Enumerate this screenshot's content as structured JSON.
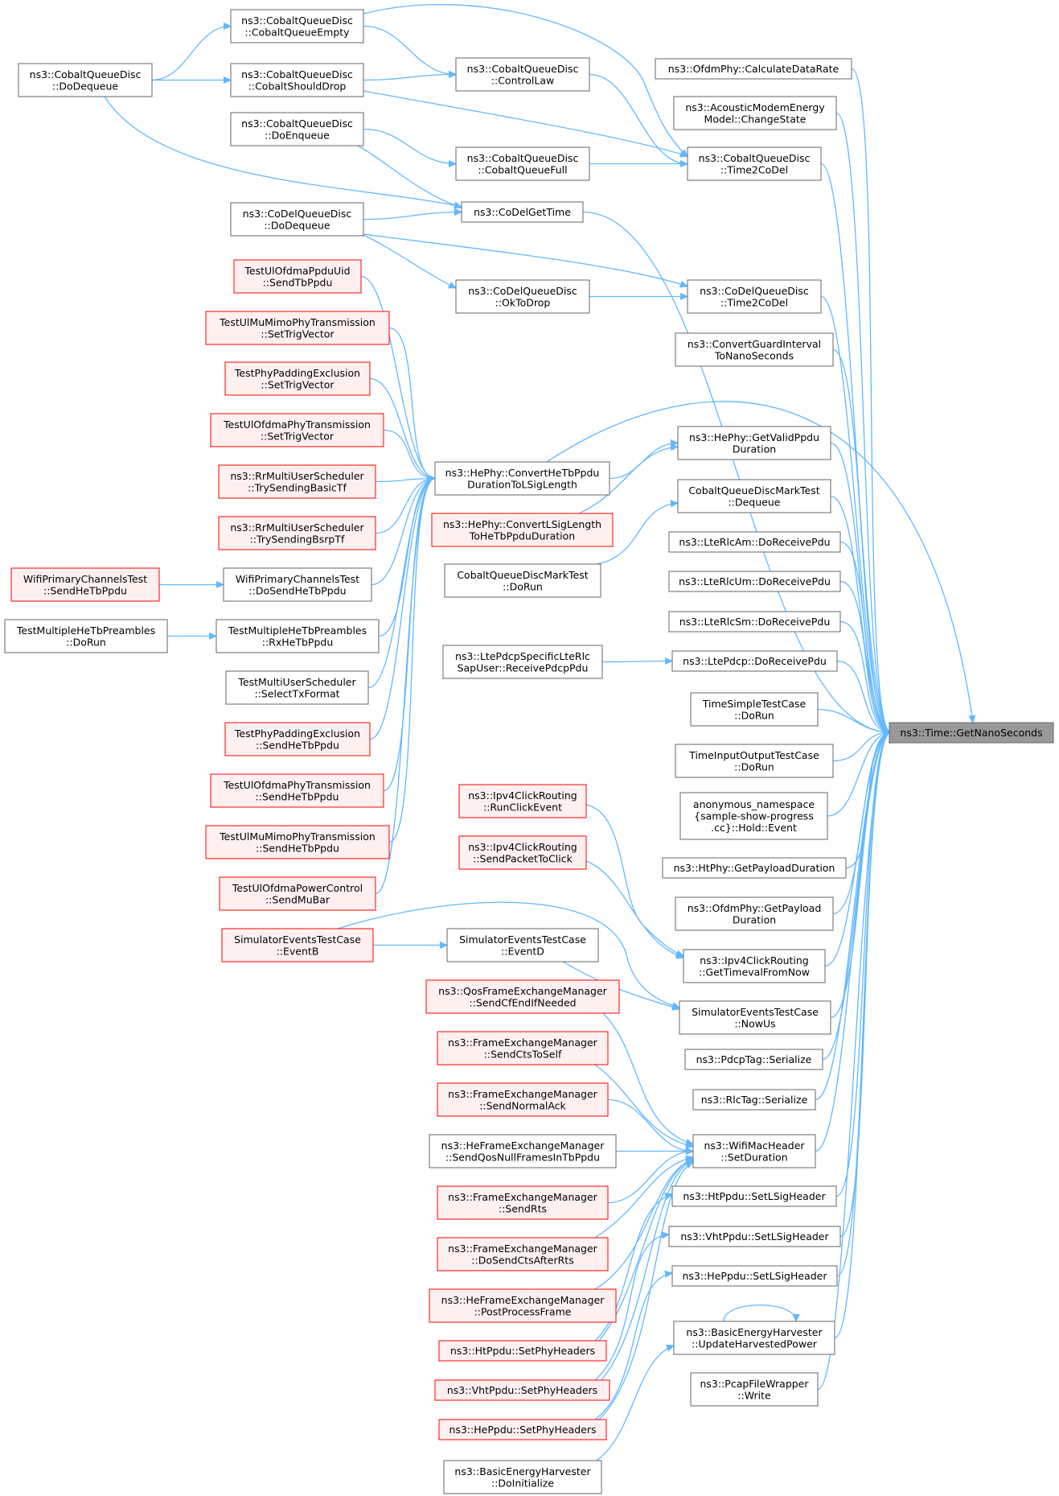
{
  "colors": {
    "normal_fill": "#ffffff",
    "normal_border": "#666666",
    "red_fill": "#fff0f0",
    "red_border": "#ff0000",
    "focus_fill": "#999999",
    "focus_border": "#666666",
    "edge": "#63b8ff"
  },
  "nodes": {
    "cq_empty": {
      "lines": [
        "ns3::CobaltQueueDisc",
        "::CobaltQueueEmpty"
      ],
      "style": "normal"
    },
    "cq_dequeue": {
      "lines": [
        "ns3::CobaltQueueDisc",
        "::DoDequeue"
      ],
      "style": "normal"
    },
    "cq_shoulddrop": {
      "lines": [
        "ns3::CobaltQueueDisc",
        "::CobaltShouldDrop"
      ],
      "style": "normal"
    },
    "cq_controllaw": {
      "lines": [
        "ns3::CobaltQueueDisc",
        "::ControlLaw"
      ],
      "style": "normal"
    },
    "cq_enqueue": {
      "lines": [
        "ns3::CobaltQueueDisc",
        "::DoEnqueue"
      ],
      "style": "normal"
    },
    "cq_full": {
      "lines": [
        "ns3::CobaltQueueDisc",
        "::CobaltQueueFull"
      ],
      "style": "normal"
    },
    "cq_time2codel": {
      "lines": [
        "ns3::CobaltQueueDisc",
        "::Time2CoDel"
      ],
      "style": "normal"
    },
    "codel_gettime": {
      "lines": [
        "ns3::CoDelGetTime"
      ],
      "style": "normal"
    },
    "codel_dequeue": {
      "lines": [
        "ns3::CoDelQueueDisc",
        "::DoDequeue"
      ],
      "style": "normal"
    },
    "codel_oktodrop": {
      "lines": [
        "ns3::CoDelQueueDisc",
        "::OkToDrop"
      ],
      "style": "normal"
    },
    "codel_time2codel": {
      "lines": [
        "ns3::CoDelQueueDisc",
        "::Time2CoDel"
      ],
      "style": "normal"
    },
    "ofdm_calcrate": {
      "lines": [
        "ns3::OfdmPhy::CalculateDataRate"
      ],
      "style": "normal"
    },
    "acoustic": {
      "lines": [
        "ns3::AcousticModemEnergy",
        "Model::ChangeState"
      ],
      "style": "normal"
    },
    "convertguard": {
      "lines": [
        "ns3::ConvertGuardInterval",
        "ToNanoSeconds"
      ],
      "style": "normal"
    },
    "hephy_validppdu": {
      "lines": [
        "ns3::HePhy::GetValidPpdu",
        "Duration"
      ],
      "style": "normal"
    },
    "cobaltmark_dequeue": {
      "lines": [
        "CobaltQueueDiscMarkTest",
        "::Dequeue"
      ],
      "style": "normal"
    },
    "cobaltmark_dorun": {
      "lines": [
        "CobaltQueueDiscMarkTest",
        "::DoRun"
      ],
      "style": "normal"
    },
    "hephy_converthetb": {
      "lines": [
        "ns3::HePhy::ConvertHeTbPpdu",
        "DurationToLSigLength"
      ],
      "style": "normal"
    },
    "hephy_convertlsig": {
      "lines": [
        "ns3::HePhy::ConvertLSigLength",
        "ToHeTbPpduDuration"
      ],
      "style": "red"
    },
    "tuofdma_uid": {
      "lines": [
        "TestUlOfdmaPpduUid",
        "::SendTbPpdu"
      ],
      "style": "red"
    },
    "tumimo_trig": {
      "lines": [
        "TestUlMuMimoPhyTransmission",
        "::SetTrigVector"
      ],
      "style": "red"
    },
    "tpad_trig": {
      "lines": [
        "TestPhyPaddingExclusion",
        "::SetTrigVector"
      ],
      "style": "red"
    },
    "tuofdma_trig": {
      "lines": [
        "TestUlOfdmaPhyTransmission",
        "::SetTrigVector"
      ],
      "style": "red"
    },
    "rr_basictf": {
      "lines": [
        "ns3::RrMultiUserScheduler",
        "::TrySendingBasicTf"
      ],
      "style": "red"
    },
    "rr_bsrptf": {
      "lines": [
        "ns3::RrMultiUserScheduler",
        "::TrySendingBsrpTf"
      ],
      "style": "red"
    },
    "wifiprim_send": {
      "lines": [
        "WifiPrimaryChannelsTest",
        "::SendHeTbPpdu"
      ],
      "style": "red"
    },
    "wifiprim_dosend": {
      "lines": [
        "WifiPrimaryChannelsTest",
        "::DoSendHeTbPpdu"
      ],
      "style": "normal"
    },
    "tmhe_dorun": {
      "lines": [
        "TestMultipleHeTbPreambles",
        "::DoRun"
      ],
      "style": "normal"
    },
    "tmhe_rx": {
      "lines": [
        "TestMultipleHeTbPreambles",
        "::RxHeTbPpdu"
      ],
      "style": "normal"
    },
    "tmus_select": {
      "lines": [
        "TestMultiUserScheduler",
        "::SelectTxFormat"
      ],
      "style": "normal"
    },
    "tpad_send": {
      "lines": [
        "TestPhyPaddingExclusion",
        "::SendHeTbPpdu"
      ],
      "style": "red"
    },
    "tuofdma_send": {
      "lines": [
        "TestUlOfdmaPhyTransmission",
        "::SendHeTbPpdu"
      ],
      "style": "red"
    },
    "tumimo_send": {
      "lines": [
        "TestUlMuMimoPhyTransmission",
        "::SendHeTbPpdu"
      ],
      "style": "red"
    },
    "tuofdma_power": {
      "lines": [
        "TestUlOfdmaPowerControl",
        "::SendMuBar"
      ],
      "style": "red"
    },
    "sim_eventb": {
      "lines": [
        "SimulatorEventsTestCase",
        "::EventB"
      ],
      "style": "red"
    },
    "sim_eventd": {
      "lines": [
        "SimulatorEventsTestCase",
        "::EventD"
      ],
      "style": "normal"
    },
    "sim_nowus": {
      "lines": [
        "SimulatorEventsTestCase",
        "::NowUs"
      ],
      "style": "normal"
    },
    "lte_rlcam": {
      "lines": [
        "ns3::LteRlcAm::DoReceivePdu"
      ],
      "style": "normal"
    },
    "lte_rlcum": {
      "lines": [
        "ns3::LteRlcUm::DoReceivePdu"
      ],
      "style": "normal"
    },
    "lte_rlcsm": {
      "lines": [
        "ns3::LteRlcSm::DoReceivePdu"
      ],
      "style": "normal"
    },
    "lte_pdcpuser": {
      "lines": [
        "ns3::LtePdcpSpecificLteRlc",
        "SapUser::ReceivePdcpPdu"
      ],
      "style": "normal"
    },
    "lte_pdcp_recv": {
      "lines": [
        "ns3::LtePdcp::DoReceivePdu"
      ],
      "style": "normal"
    },
    "timesimple": {
      "lines": [
        "TimeSimpleTestCase",
        "::DoRun"
      ],
      "style": "normal"
    },
    "timeinout": {
      "lines": [
        "TimeInputOutputTestCase",
        "::DoRun"
      ],
      "style": "normal"
    },
    "anon_hold": {
      "lines": [
        "anonymous_namespace",
        "{sample-show-progress",
        ".cc}::Hold::Event"
      ],
      "style": "normal"
    },
    "htphy_payload": {
      "lines": [
        "ns3::HtPhy::GetPayloadDuration"
      ],
      "style": "normal"
    },
    "ofdm_payload": {
      "lines": [
        "ns3::OfdmPhy::GetPayload",
        "Duration"
      ],
      "style": "normal"
    },
    "ipv4_runclick": {
      "lines": [
        "ns3::Ipv4ClickRouting",
        "::RunClickEvent"
      ],
      "style": "red"
    },
    "ipv4_sendpkt": {
      "lines": [
        "ns3::Ipv4ClickRouting",
        "::SendPacketToClick"
      ],
      "style": "red"
    },
    "ipv4_gettimeval": {
      "lines": [
        "ns3::Ipv4ClickRouting",
        "::GetTimevalFromNow"
      ],
      "style": "normal"
    },
    "qos_sendcf": {
      "lines": [
        "ns3::QosFrameExchangeManager",
        "::SendCfEndIfNeeded"
      ],
      "style": "red"
    },
    "fem_sendcts": {
      "lines": [
        "ns3::FrameExchangeManager",
        "::SendCtsToSelf"
      ],
      "style": "red"
    },
    "fem_sendack": {
      "lines": [
        "ns3::FrameExchangeManager",
        "::SendNormalAck"
      ],
      "style": "red"
    },
    "hefem_qosnull": {
      "lines": [
        "ns3::HeFrameExchangeManager",
        "::SendQosNullFramesInTbPpdu"
      ],
      "style": "normal"
    },
    "fem_sendrts": {
      "lines": [
        "ns3::FrameExchangeManager",
        "::SendRts"
      ],
      "style": "red"
    },
    "fem_dosendcts": {
      "lines": [
        "ns3::FrameExchangeManager",
        "::DoSendCtsAfterRts"
      ],
      "style": "red"
    },
    "hefem_postprocess": {
      "lines": [
        "ns3::HeFrameExchangeManager",
        "::PostProcessFrame"
      ],
      "style": "red"
    },
    "htppdu_setphy": {
      "lines": [
        "ns3::HtPpdu::SetPhyHeaders"
      ],
      "style": "red"
    },
    "vhtppdu_setphy": {
      "lines": [
        "ns3::VhtPpdu::SetPhyHeaders"
      ],
      "style": "red"
    },
    "heppdu_setphy": {
      "lines": [
        "ns3::HePpdu::SetPhyHeaders"
      ],
      "style": "red"
    },
    "beh_doinit": {
      "lines": [
        "ns3::BasicEnergyHarvester",
        "::DoInitialize"
      ],
      "style": "normal"
    },
    "pdcptag": {
      "lines": [
        "ns3::PdcpTag::Serialize"
      ],
      "style": "normal"
    },
    "rlctag": {
      "lines": [
        "ns3::RlcTag::Serialize"
      ],
      "style": "normal"
    },
    "wifimac_setdur": {
      "lines": [
        "ns3::WifiMacHeader",
        "::SetDuration"
      ],
      "style": "normal"
    },
    "htppdu_setlsig": {
      "lines": [
        "ns3::HtPpdu::SetLSigHeader"
      ],
      "style": "normal"
    },
    "vhtppdu_setlsig": {
      "lines": [
        "ns3::VhtPpdu::SetLSigHeader"
      ],
      "style": "normal"
    },
    "heppdu_setlsig": {
      "lines": [
        "ns3::HePpdu::SetLSigHeader"
      ],
      "style": "normal"
    },
    "beh_update": {
      "lines": [
        "ns3::BasicEnergyHarvester",
        "::UpdateHarvestedPower"
      ],
      "style": "normal"
    },
    "pcap_write": {
      "lines": [
        "ns3::PcapFileWrapper",
        "::Write"
      ],
      "style": "normal"
    },
    "time_getns": {
      "lines": [
        "ns3::Time::GetNanoSeconds"
      ],
      "style": "focus"
    }
  },
  "edges": [
    [
      "cq_dequeue",
      "cq_empty"
    ],
    [
      "cq_dequeue",
      "cq_shoulddrop"
    ],
    [
      "cq_empty",
      "cq_controllaw"
    ],
    [
      "cq_shoulddrop",
      "cq_controllaw"
    ],
    [
      "cq_enqueue",
      "cq_full"
    ],
    [
      "cq_enqueue",
      "codel_gettime"
    ],
    [
      "cq_dequeue",
      "codel_gettime"
    ],
    [
      "cq_controllaw",
      "cq_time2codel"
    ],
    [
      "cq_empty",
      "cq_time2codel"
    ],
    [
      "cq_shoulddrop",
      "cq_time2codel"
    ],
    [
      "cq_full",
      "cq_time2codel"
    ],
    [
      "codel_dequeue",
      "codel_gettime"
    ],
    [
      "codel_dequeue",
      "codel_oktodrop"
    ],
    [
      "codel_dequeue",
      "codel_time2codel"
    ],
    [
      "codel_oktodrop",
      "codel_time2codel"
    ],
    [
      "tuofdma_uid",
      "hephy_converthetb"
    ],
    [
      "tumimo_trig",
      "hephy_converthetb"
    ],
    [
      "tpad_trig",
      "hephy_converthetb"
    ],
    [
      "tuofdma_trig",
      "hephy_converthetb"
    ],
    [
      "rr_basictf",
      "hephy_converthetb"
    ],
    [
      "rr_bsrptf",
      "hephy_converthetb"
    ],
    [
      "wifiprim_dosend",
      "hephy_converthetb"
    ],
    [
      "tmhe_rx",
      "hephy_converthetb"
    ],
    [
      "tmus_select",
      "hephy_converthetb"
    ],
    [
      "tpad_send",
      "hephy_converthetb"
    ],
    [
      "tuofdma_send",
      "hephy_converthetb"
    ],
    [
      "tumimo_send",
      "hephy_converthetb"
    ],
    [
      "tuofdma_power",
      "hephy_converthetb"
    ],
    [
      "wifiprim_send",
      "wifiprim_dosend"
    ],
    [
      "tmhe_dorun",
      "tmhe_rx"
    ],
    [
      "hephy_converthetb",
      "hephy_validppdu"
    ],
    [
      "hephy_convertlsig",
      "hephy_validppdu"
    ],
    [
      "cobaltmark_dorun",
      "cobaltmark_dequeue"
    ],
    [
      "lte_pdcpuser",
      "lte_pdcp_recv"
    ],
    [
      "sim_eventb",
      "sim_eventd"
    ],
    [
      "sim_eventb",
      "sim_nowus"
    ],
    [
      "sim_eventd",
      "sim_nowus"
    ],
    [
      "ipv4_runclick",
      "ipv4_gettimeval"
    ],
    [
      "ipv4_sendpkt",
      "ipv4_gettimeval"
    ],
    [
      "qos_sendcf",
      "wifimac_setdur"
    ],
    [
      "fem_sendcts",
      "wifimac_setdur"
    ],
    [
      "fem_sendack",
      "wifimac_setdur"
    ],
    [
      "hefem_qosnull",
      "wifimac_setdur"
    ],
    [
      "fem_sendrts",
      "wifimac_setdur"
    ],
    [
      "fem_dosendcts",
      "wifimac_setdur"
    ],
    [
      "hefem_postprocess",
      "wifimac_setdur"
    ],
    [
      "htppdu_setphy",
      "wifimac_setdur"
    ],
    [
      "vhtppdu_setphy",
      "wifimac_setdur"
    ],
    [
      "heppdu_setphy",
      "wifimac_setdur"
    ],
    [
      "htppdu_setphy",
      "htppdu_setlsig"
    ],
    [
      "vhtppdu_setphy",
      "vhtppdu_setlsig"
    ],
    [
      "heppdu_setphy",
      "heppdu_setlsig"
    ],
    [
      "beh_doinit",
      "beh_update"
    ],
    [
      "beh_update",
      "beh_update"
    ],
    [
      "ofdm_calcrate",
      "time_getns"
    ],
    [
      "acoustic",
      "time_getns"
    ],
    [
      "cq_time2codel",
      "time_getns"
    ],
    [
      "codel_gettime",
      "time_getns"
    ],
    [
      "codel_time2codel",
      "time_getns"
    ],
    [
      "convertguard",
      "time_getns"
    ],
    [
      "hephy_converthetb",
      "time_getns"
    ],
    [
      "hephy_validppdu",
      "time_getns"
    ],
    [
      "cobaltmark_dequeue",
      "time_getns"
    ],
    [
      "lte_rlcam",
      "time_getns"
    ],
    [
      "lte_rlcum",
      "time_getns"
    ],
    [
      "lte_rlcsm",
      "time_getns"
    ],
    [
      "lte_pdcp_recv",
      "time_getns"
    ],
    [
      "timesimple",
      "time_getns"
    ],
    [
      "timeinout",
      "time_getns"
    ],
    [
      "anon_hold",
      "time_getns"
    ],
    [
      "htphy_payload",
      "time_getns"
    ],
    [
      "ofdm_payload",
      "time_getns"
    ],
    [
      "ipv4_gettimeval",
      "time_getns"
    ],
    [
      "sim_nowus",
      "time_getns"
    ],
    [
      "pdcptag",
      "time_getns"
    ],
    [
      "rlctag",
      "time_getns"
    ],
    [
      "wifimac_setdur",
      "time_getns"
    ],
    [
      "htppdu_setlsig",
      "time_getns"
    ],
    [
      "vhtppdu_setlsig",
      "time_getns"
    ],
    [
      "heppdu_setlsig",
      "time_getns"
    ],
    [
      "beh_update",
      "time_getns"
    ],
    [
      "pcap_write",
      "time_getns"
    ]
  ]
}
